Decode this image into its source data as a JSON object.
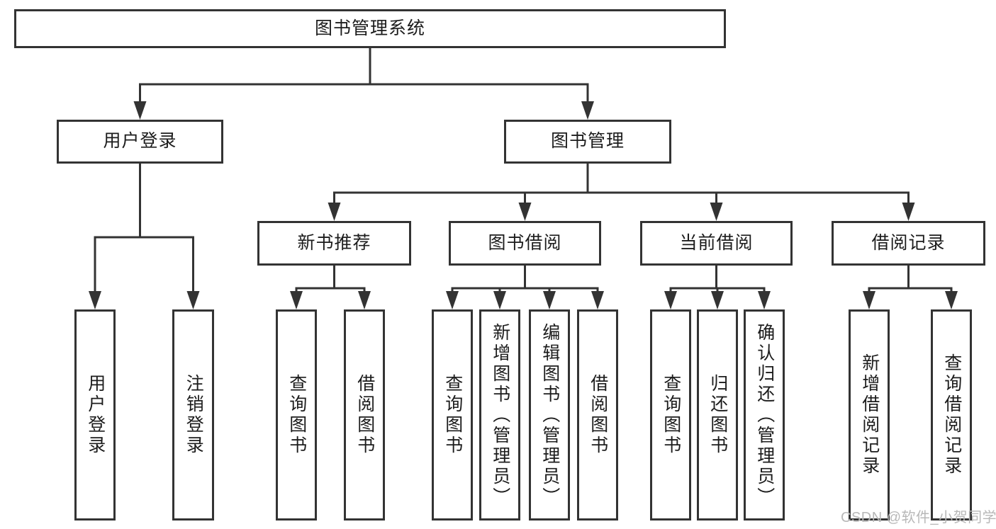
{
  "diagram": {
    "type": "hierarchy-tree",
    "title": "图书管理系统",
    "nodes": [
      {
        "id": "root",
        "label": "图书管理系统",
        "level": 1,
        "parent": null
      },
      {
        "id": "user-login",
        "label": "用户登录",
        "level": 2,
        "parent": "root"
      },
      {
        "id": "book-mgmt",
        "label": "图书管理",
        "level": 2,
        "parent": "root"
      },
      {
        "id": "new-book-rec",
        "label": "新书推荐",
        "level": 3,
        "parent": "book-mgmt"
      },
      {
        "id": "book-borrow",
        "label": "图书借阅",
        "level": 3,
        "parent": "book-mgmt"
      },
      {
        "id": "current-borrow",
        "label": "当前借阅",
        "level": 3,
        "parent": "book-mgmt"
      },
      {
        "id": "borrow-records",
        "label": "借阅记录",
        "level": 3,
        "parent": "book-mgmt"
      },
      {
        "id": "user-login-action",
        "label": "用户登录",
        "level": 4,
        "parent": "user-login"
      },
      {
        "id": "logout-action",
        "label": "注销登录",
        "level": 4,
        "parent": "user-login"
      },
      {
        "id": "query-book-rec",
        "label": "查询图书",
        "level": 4,
        "parent": "new-book-rec"
      },
      {
        "id": "borrow-book-rec",
        "label": "借阅图书",
        "level": 4,
        "parent": "new-book-rec"
      },
      {
        "id": "query-book-borrow",
        "label": "查询图书",
        "level": 4,
        "parent": "book-borrow"
      },
      {
        "id": "add-book-admin",
        "label": "新增图书（管理员）",
        "level": 4,
        "parent": "book-borrow"
      },
      {
        "id": "edit-book-admin",
        "label": "编辑图书（管理员）",
        "level": 4,
        "parent": "book-borrow"
      },
      {
        "id": "borrow-book",
        "label": "借阅图书",
        "level": 4,
        "parent": "book-borrow"
      },
      {
        "id": "query-book-current",
        "label": "查询图书",
        "level": 4,
        "parent": "current-borrow"
      },
      {
        "id": "return-book",
        "label": "归还图书",
        "level": 4,
        "parent": "current-borrow"
      },
      {
        "id": "confirm-return-admin",
        "label": "确认归还（管理员）",
        "level": 4,
        "parent": "current-borrow"
      },
      {
        "id": "add-borrow-record",
        "label": "新增借阅记录",
        "level": 4,
        "parent": "borrow-records"
      },
      {
        "id": "query-borrow-record",
        "label": "查询借阅记录",
        "level": 4,
        "parent": "borrow-records"
      }
    ]
  },
  "watermark": {
    "text": "CSDN @软件_小贺同学",
    "color": "#b8b8b8"
  },
  "colors": {
    "line": "#333333",
    "text": "#1c1c1c",
    "background": "#ffffff"
  }
}
